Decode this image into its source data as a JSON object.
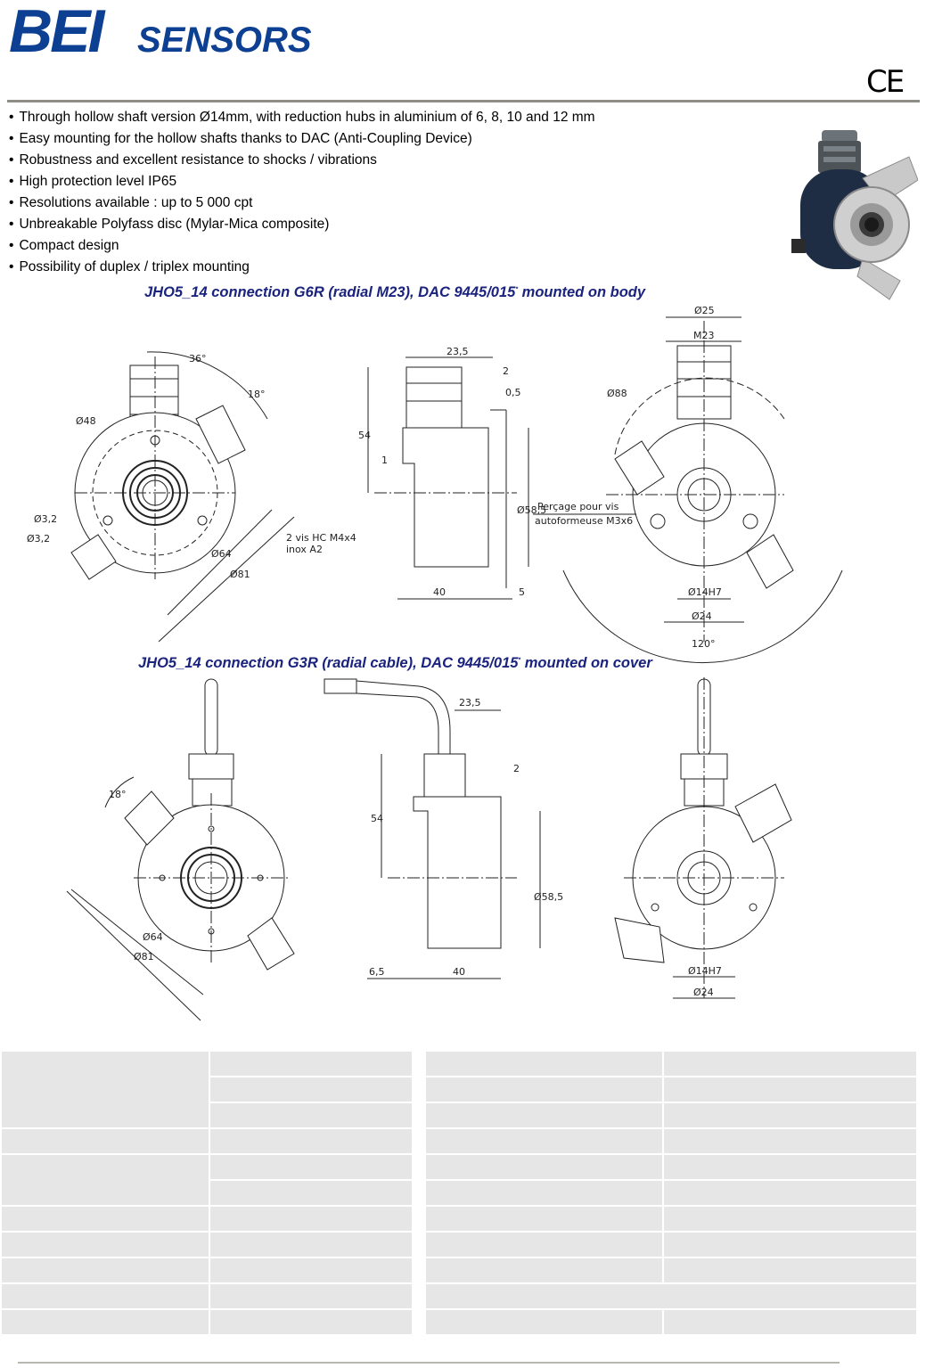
{
  "brand": {
    "name_part1": "BEI",
    "name_part2": "SENSORS",
    "color": "#0d3f92"
  },
  "ce_mark": "CE",
  "features": [
    "Through hollow shaft version Ø14mm, with reduction hubs in aluminium of  6, 8, 10 and 12 mm",
    "Easy mounting for the hollow shafts thanks to DAC (Anti-Coupling Device)",
    "Robustness and excellent resistance to shocks / vibrations",
    "High protection level IP65",
    "Resolutions available : up to 5 000 cpt",
    "Unbreakable Polyfass disc (Mylar-Mica composite)",
    "Compact design",
    "Possibility of duplex / triplex mounting"
  ],
  "section1": {
    "title": "JHO5_14 connection G6R (radial M23),  DAC 9445/015",
    "sup": "*",
    "title_end": " mounted on body",
    "dims": {
      "front": [
        "36°",
        "18°",
        "Ø48",
        "Ø3,2",
        "Ø3,2",
        "Ø64",
        "Ø81",
        "2 vis HC M4x4",
        "inox A2"
      ],
      "side": [
        "23,5",
        "2",
        "0,5",
        "54",
        "1",
        "Ø58,5",
        "40",
        "5"
      ],
      "back": [
        "Ø25",
        "M23",
        "Ø88",
        "Perçage pour vis",
        "autoformeuse M3x6",
        "Ø14H7",
        "Ø24",
        "120°"
      ]
    }
  },
  "section2": {
    "title": "JHO5_14 connection G3R (radial cable), DAC 9445/015",
    "sup": "*",
    "title_end": " mounted on cover",
    "dims": {
      "front": [
        "18°",
        "Ø64",
        "Ø81"
      ],
      "side": [
        "23,5",
        "2",
        "54",
        "Ø58,5",
        "6,5",
        "40"
      ],
      "back": [
        "Ø14H7",
        "Ø24"
      ]
    }
  },
  "colors": {
    "title": "#1a237e",
    "table_cell": "#e6e6e6",
    "rule": "#8e8e86"
  }
}
